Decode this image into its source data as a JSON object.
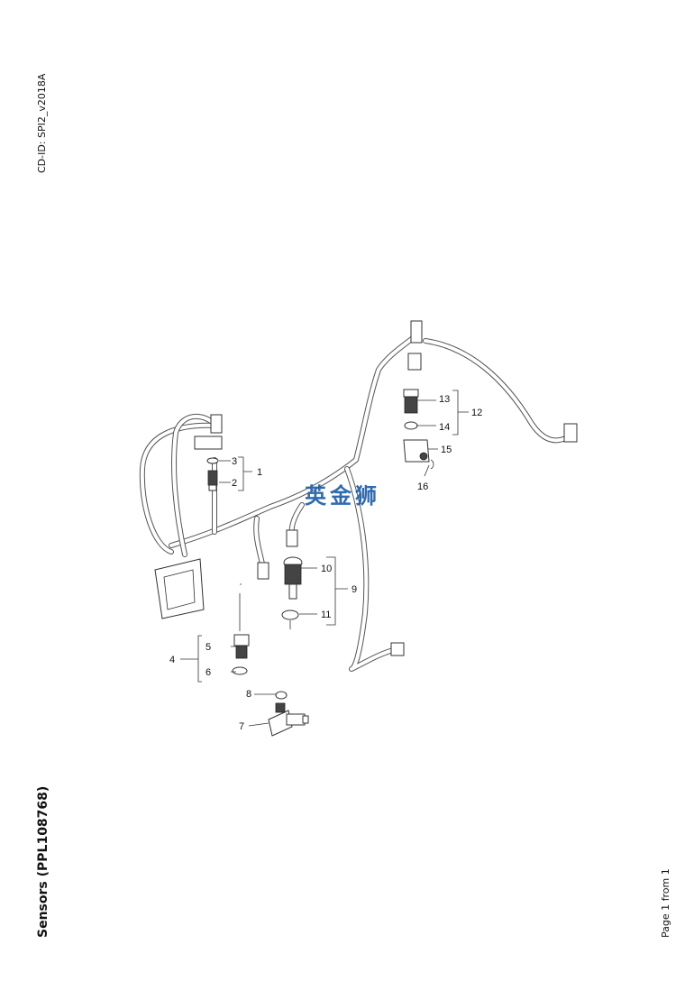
{
  "header": {
    "cd_id": "CD-ID: SPI2_v2018A"
  },
  "footer": {
    "title": "Sensors (PPL108768)",
    "page": "Page 1 from 1"
  },
  "watermark": "英金狮",
  "callouts": [
    "1",
    "2",
    "3",
    "4",
    "5",
    "6",
    "7",
    "8",
    "9",
    "10",
    "11",
    "12",
    "13",
    "14",
    "15",
    "16"
  ]
}
